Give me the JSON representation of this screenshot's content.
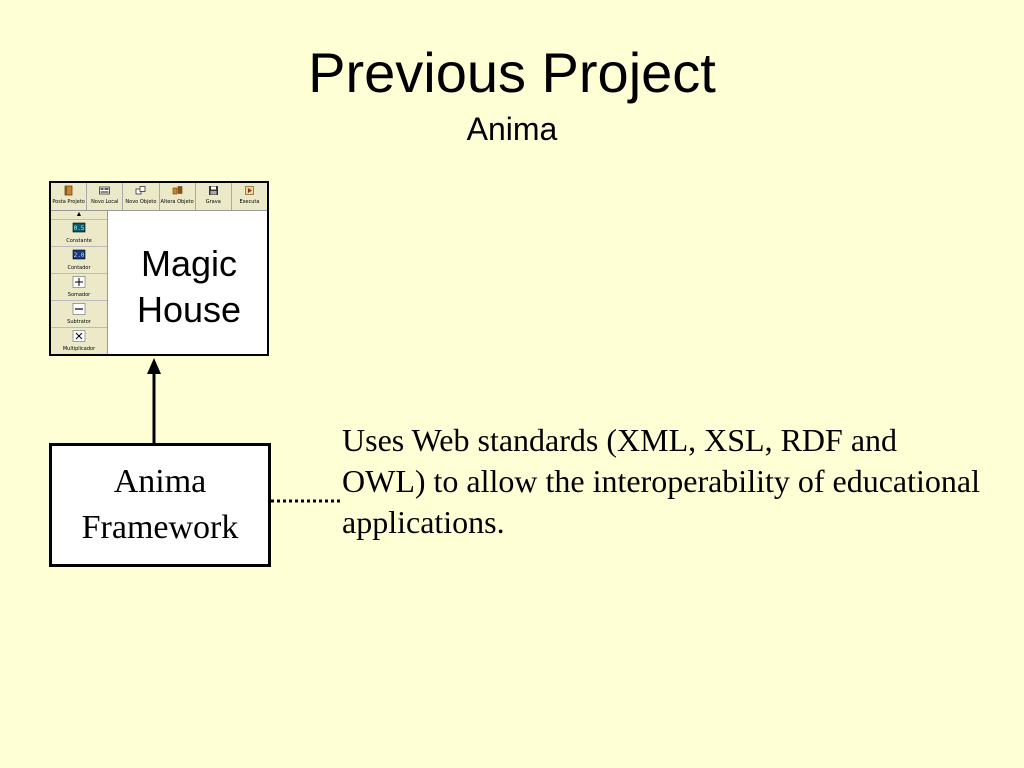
{
  "slide": {
    "title": "Previous Project",
    "subtitle": "Anima"
  },
  "magic_house": {
    "label_line1": "Magic",
    "label_line2": "House",
    "toolbar": [
      {
        "label": "Posta Projeto",
        "icon": "book-icon"
      },
      {
        "label": "Novo Local",
        "icon": "panel-icon"
      },
      {
        "label": "Novo Objeto",
        "icon": "objects-icon"
      },
      {
        "label": "Altera Objeto",
        "icon": "edit-objects-icon"
      },
      {
        "label": "Grava",
        "icon": "save-icon"
      },
      {
        "label": "Executa",
        "icon": "play-icon"
      }
    ],
    "sidebar": [
      {
        "label": "Constante",
        "icon": "constant-icon",
        "glyph": "0.5"
      },
      {
        "label": "Contador",
        "icon": "counter-icon",
        "glyph": "2.0"
      },
      {
        "label": "Somador",
        "icon": "plus-icon"
      },
      {
        "label": "Subtrator",
        "icon": "minus-icon"
      },
      {
        "label": "Multiplicador",
        "icon": "times-icon"
      }
    ]
  },
  "framework": {
    "line1": "Anima",
    "line2": "Framework"
  },
  "description": "Uses Web standards (XML, XSL, RDF and OWL) to allow the interoperability of educational applications.",
  "colors": {
    "background": "#ffffd6",
    "box_border": "#000000"
  }
}
